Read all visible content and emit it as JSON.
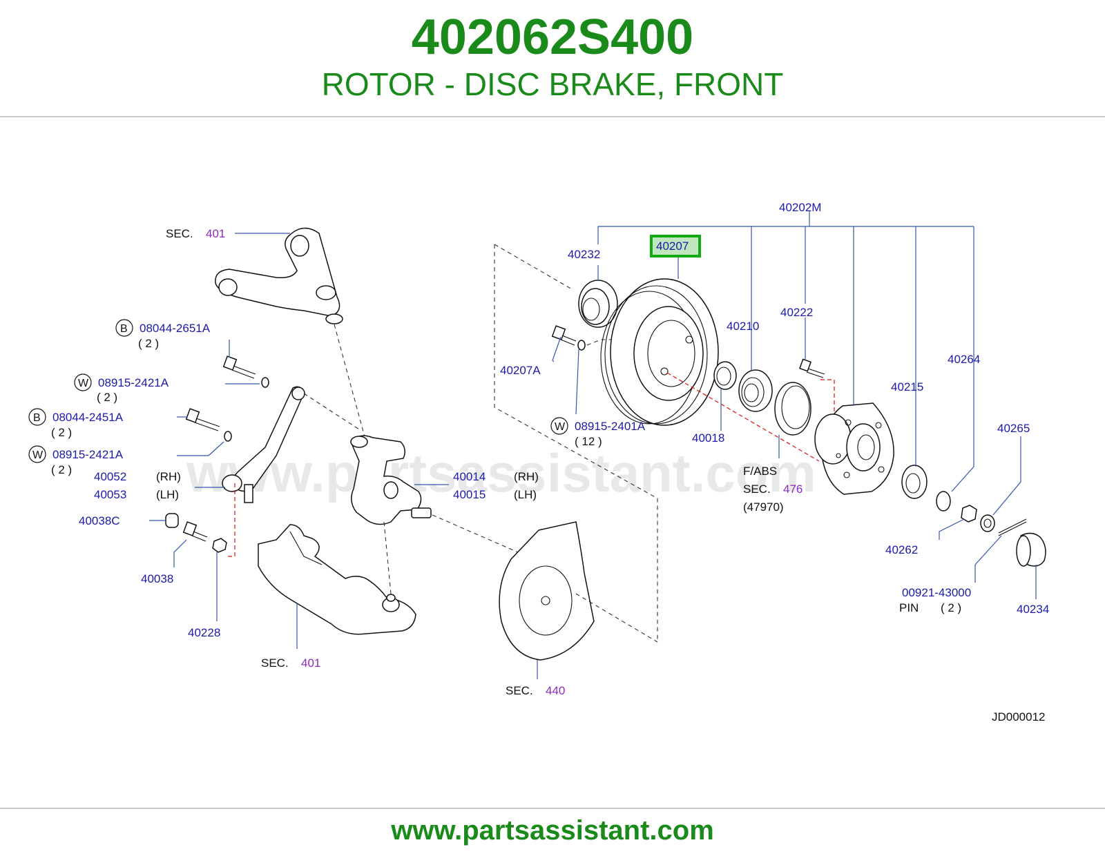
{
  "header": {
    "part_number": "402062S400",
    "description": "ROTOR - DISC BRAKE, FRONT"
  },
  "footer": {
    "url": "www.partsassistant.com"
  },
  "watermark": "www.partsassistant.com",
  "diagram": {
    "code": "JD000012",
    "labels": {
      "sec_word": "SEC.",
      "sec_401_top": "401",
      "sec_401_bottom": "401",
      "sec_440": "440",
      "sec_476": "476",
      "fabs": "F/ABS",
      "p47970": "(47970)",
      "p40202M": "40202M",
      "p40232": "40232",
      "p40207": "40207",
      "p40207A": "40207A",
      "p40210": "40210",
      "p40222": "40222",
      "p40264": "40264",
      "p40215": "40215",
      "p40265": "40265",
      "p40018": "40018",
      "p40262": "40262",
      "p00921": "00921-43000",
      "pin": "PIN",
      "pin_qty": "( 2 )",
      "p40234": "40234",
      "p08915_2401A": "08915-2401A",
      "qty12": "( 12 )",
      "p08044_2651A": "08044-2651A",
      "p08915_2421A_1": "08915-2421A",
      "p08044_2451A": "08044-2451A",
      "p08915_2421A_2": "08915-2421A",
      "qty2a": "( 2 )",
      "qty2b": "( 2 )",
      "qty2c": "( 2 )",
      "qty2d": "( 2 )",
      "p40052": "40052",
      "p40053": "40053",
      "rh1": "(RH)",
      "lh1": "(LH)",
      "p40014": "40014",
      "p40015": "40015",
      "rh2": "(RH)",
      "lh2": "(LH)",
      "p40038C": "40038C",
      "p40038": "40038",
      "p40228": "40228",
      "circ_b": "B",
      "circ_w": "W"
    }
  },
  "colors": {
    "header_green": "#1a8a1a",
    "label_blue": "#1a1aa8",
    "section_purple": "#8a2ab8",
    "highlight_green": "#11aa11"
  }
}
